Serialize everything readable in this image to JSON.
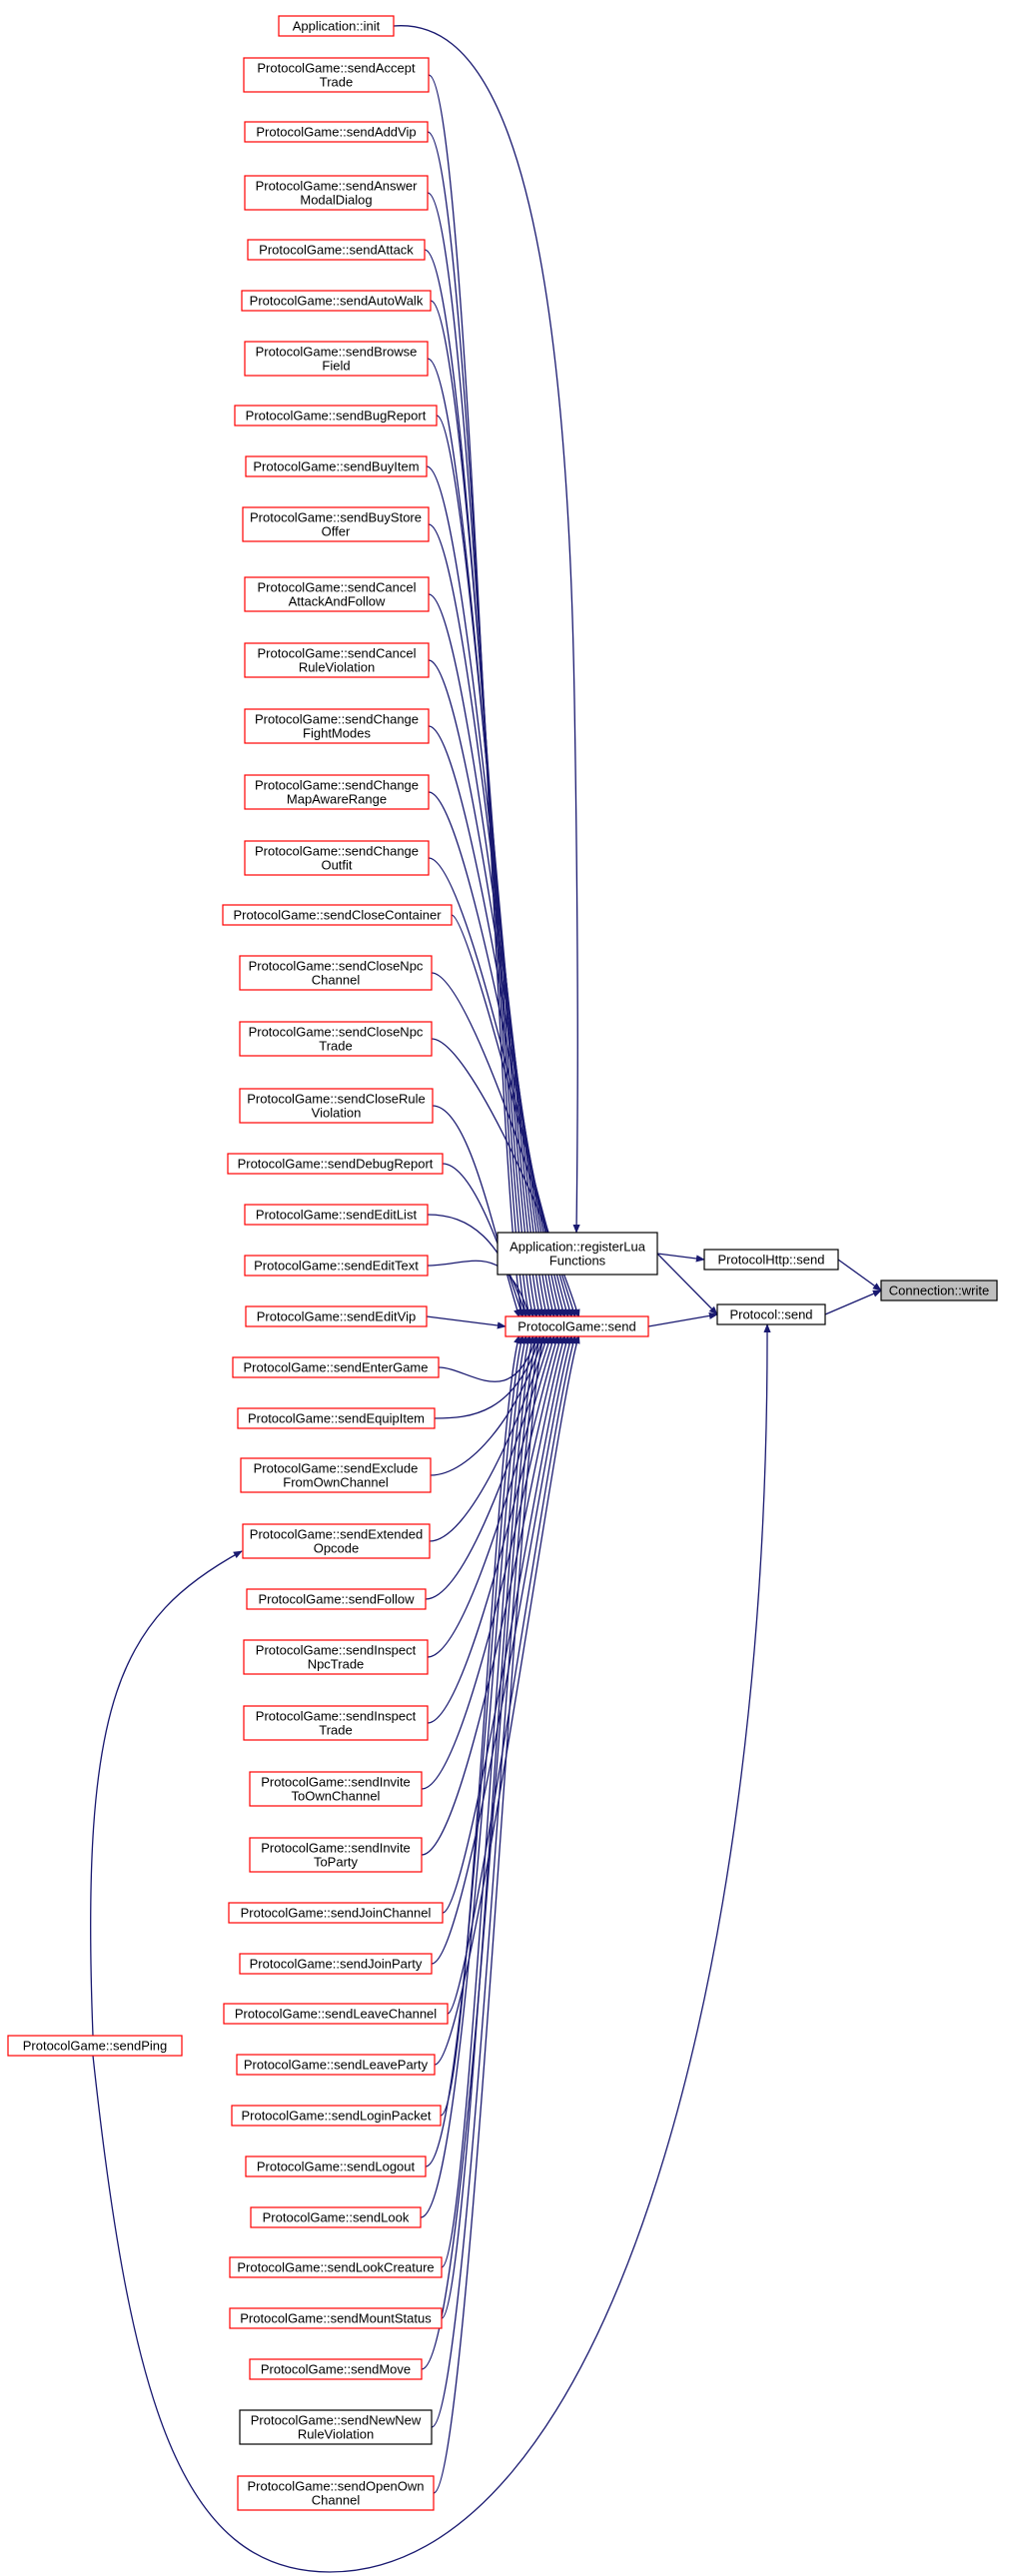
{
  "colors": {
    "edge": "#191970",
    "node_red": "#ff0000",
    "node_black": "#000000",
    "root_fill": "#bfbfbf",
    "background": "#ffffff"
  },
  "root": {
    "id": "root",
    "lines": [
      "Connection::write"
    ]
  },
  "level1": [
    {
      "id": "http",
      "lines": [
        "ProtocolHttp::send"
      ]
    },
    {
      "id": "proto",
      "lines": [
        "Protocol::send"
      ]
    }
  ],
  "level2": [
    {
      "id": "reg",
      "lines": [
        "Application::registerLua",
        "Functions"
      ]
    },
    {
      "id": "pgsend",
      "lines": [
        "ProtocolGame::send"
      ]
    }
  ],
  "callers": [
    {
      "id": "app_init",
      "lines": [
        "Application::init"
      ]
    },
    {
      "id": "c1",
      "lines": [
        "ProtocolGame::sendAccept",
        "Trade"
      ]
    },
    {
      "id": "c2",
      "lines": [
        "ProtocolGame::sendAddVip"
      ]
    },
    {
      "id": "c3",
      "lines": [
        "ProtocolGame::sendAnswer",
        "ModalDialog"
      ]
    },
    {
      "id": "c4",
      "lines": [
        "ProtocolGame::sendAttack"
      ]
    },
    {
      "id": "c5",
      "lines": [
        "ProtocolGame::sendAutoWalk"
      ]
    },
    {
      "id": "c6",
      "lines": [
        "ProtocolGame::sendBrowse",
        "Field"
      ]
    },
    {
      "id": "c7",
      "lines": [
        "ProtocolGame::sendBugReport"
      ]
    },
    {
      "id": "c8",
      "lines": [
        "ProtocolGame::sendBuyItem"
      ]
    },
    {
      "id": "c9",
      "lines": [
        "ProtocolGame::sendBuyStore",
        "Offer"
      ]
    },
    {
      "id": "c10",
      "lines": [
        "ProtocolGame::sendCancel",
        "AttackAndFollow"
      ]
    },
    {
      "id": "c11",
      "lines": [
        "ProtocolGame::sendCancel",
        "RuleViolation"
      ]
    },
    {
      "id": "c12",
      "lines": [
        "ProtocolGame::sendChange",
        "FightModes"
      ]
    },
    {
      "id": "c13",
      "lines": [
        "ProtocolGame::sendChange",
        "MapAwareRange"
      ]
    },
    {
      "id": "c14",
      "lines": [
        "ProtocolGame::sendChange",
        "Outfit"
      ]
    },
    {
      "id": "c15",
      "lines": [
        "ProtocolGame::sendCloseContainer"
      ]
    },
    {
      "id": "c16",
      "lines": [
        "ProtocolGame::sendCloseNpc",
        "Channel"
      ]
    },
    {
      "id": "c17",
      "lines": [
        "ProtocolGame::sendCloseNpc",
        "Trade"
      ]
    },
    {
      "id": "c18",
      "lines": [
        "ProtocolGame::sendCloseRule",
        "Violation"
      ]
    },
    {
      "id": "c19",
      "lines": [
        "ProtocolGame::sendDebugReport"
      ]
    },
    {
      "id": "c20",
      "lines": [
        "ProtocolGame::sendEditList"
      ]
    },
    {
      "id": "c21",
      "lines": [
        "ProtocolGame::sendEditText"
      ]
    },
    {
      "id": "c22",
      "lines": [
        "ProtocolGame::sendEditVip"
      ]
    },
    {
      "id": "c23",
      "lines": [
        "ProtocolGame::sendEnterGame"
      ]
    },
    {
      "id": "c24",
      "lines": [
        "ProtocolGame::sendEquipItem"
      ]
    },
    {
      "id": "c25",
      "lines": [
        "ProtocolGame::sendExclude",
        "FromOwnChannel"
      ]
    },
    {
      "id": "c26",
      "lines": [
        "ProtocolGame::sendExtended",
        "Opcode"
      ]
    },
    {
      "id": "c27",
      "lines": [
        "ProtocolGame::sendFollow"
      ]
    },
    {
      "id": "c28",
      "lines": [
        "ProtocolGame::sendInspect",
        "NpcTrade"
      ]
    },
    {
      "id": "c29",
      "lines": [
        "ProtocolGame::sendInspect",
        "Trade"
      ]
    },
    {
      "id": "c30",
      "lines": [
        "ProtocolGame::sendInvite",
        "ToOwnChannel"
      ]
    },
    {
      "id": "c31",
      "lines": [
        "ProtocolGame::sendInvite",
        "ToParty"
      ]
    },
    {
      "id": "c32",
      "lines": [
        "ProtocolGame::sendJoinChannel"
      ]
    },
    {
      "id": "c33",
      "lines": [
        "ProtocolGame::sendJoinParty"
      ]
    },
    {
      "id": "c34",
      "lines": [
        "ProtocolGame::sendLeaveChannel"
      ]
    },
    {
      "id": "c35",
      "lines": [
        "ProtocolGame::sendLeaveParty"
      ]
    },
    {
      "id": "c36",
      "lines": [
        "ProtocolGame::sendLoginPacket"
      ]
    },
    {
      "id": "c37",
      "lines": [
        "ProtocolGame::sendLogout"
      ]
    },
    {
      "id": "c38",
      "lines": [
        "ProtocolGame::sendLook"
      ]
    },
    {
      "id": "c39",
      "lines": [
        "ProtocolGame::sendLookCreature"
      ]
    },
    {
      "id": "c40",
      "lines": [
        "ProtocolGame::sendMountStatus"
      ]
    },
    {
      "id": "c41",
      "lines": [
        "ProtocolGame::sendMove"
      ]
    },
    {
      "id": "c42",
      "lines": [
        "ProtocolGame::sendNewNew",
        "RuleViolation"
      ]
    },
    {
      "id": "c43",
      "lines": [
        "ProtocolGame::sendOpenOwn",
        "Channel"
      ]
    }
  ],
  "ping": {
    "id": "ping",
    "lines": [
      "ProtocolGame::sendPing"
    ]
  },
  "edges": [
    [
      "http",
      "root"
    ],
    [
      "proto",
      "root"
    ],
    [
      "reg",
      "http"
    ],
    [
      "reg",
      "proto"
    ],
    [
      "pgsend",
      "proto"
    ],
    [
      "app_init",
      "reg"
    ],
    [
      "c1",
      "pgsend"
    ],
    [
      "c2",
      "pgsend"
    ],
    [
      "c3",
      "pgsend"
    ],
    [
      "c4",
      "pgsend"
    ],
    [
      "c5",
      "pgsend"
    ],
    [
      "c6",
      "pgsend"
    ],
    [
      "c7",
      "pgsend"
    ],
    [
      "c8",
      "pgsend"
    ],
    [
      "c9",
      "pgsend"
    ],
    [
      "c10",
      "pgsend"
    ],
    [
      "c11",
      "pgsend"
    ],
    [
      "c12",
      "pgsend"
    ],
    [
      "c13",
      "pgsend"
    ],
    [
      "c14",
      "pgsend"
    ],
    [
      "c15",
      "pgsend"
    ],
    [
      "c16",
      "pgsend"
    ],
    [
      "c17",
      "pgsend"
    ],
    [
      "c18",
      "pgsend"
    ],
    [
      "c19",
      "pgsend"
    ],
    [
      "c20",
      "pgsend"
    ],
    [
      "c21",
      "pgsend"
    ],
    [
      "c22",
      "pgsend"
    ],
    [
      "c23",
      "pgsend"
    ],
    [
      "c24",
      "pgsend"
    ],
    [
      "c25",
      "pgsend"
    ],
    [
      "c26",
      "pgsend"
    ],
    [
      "c27",
      "pgsend"
    ],
    [
      "c28",
      "pgsend"
    ],
    [
      "c29",
      "pgsend"
    ],
    [
      "c30",
      "pgsend"
    ],
    [
      "c31",
      "pgsend"
    ],
    [
      "c32",
      "pgsend"
    ],
    [
      "c33",
      "pgsend"
    ],
    [
      "c34",
      "pgsend"
    ],
    [
      "c35",
      "pgsend"
    ],
    [
      "c36",
      "pgsend"
    ],
    [
      "c37",
      "pgsend"
    ],
    [
      "c38",
      "pgsend"
    ],
    [
      "c39",
      "pgsend"
    ],
    [
      "c40",
      "pgsend"
    ],
    [
      "c41",
      "pgsend"
    ],
    [
      "c42",
      "pgsend"
    ],
    [
      "c43",
      "pgsend"
    ],
    [
      "ping",
      "c26"
    ],
    [
      "ping",
      "proto"
    ]
  ]
}
